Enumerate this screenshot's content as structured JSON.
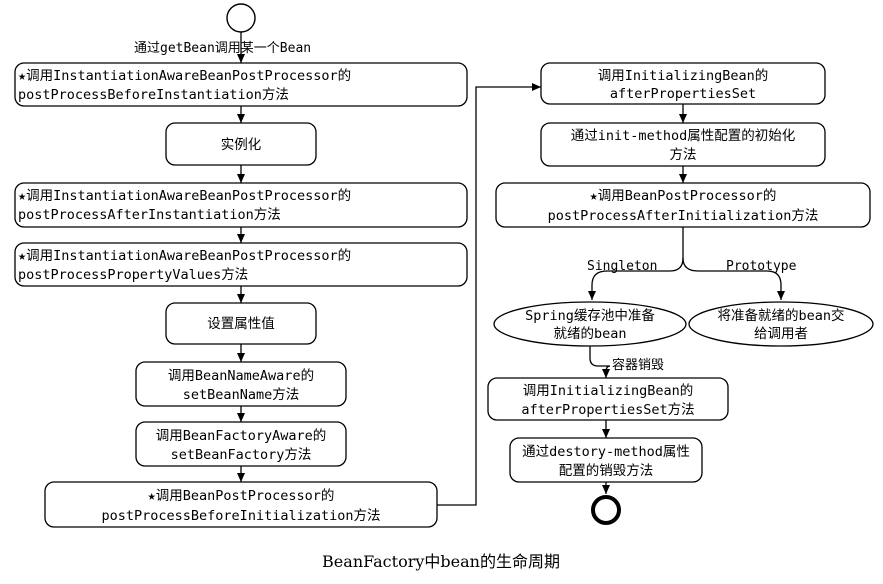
{
  "caption": "BeanFactory中bean的生命周期",
  "edge_labels": {
    "get_bean": "通过getBean调用某一个Bean",
    "singleton": "Singleton",
    "prototype": "Prototype",
    "destroy": "容器销毁"
  },
  "nodes": {
    "inst_aware_before": [
      "★调用InstantiationAwareBeanPostProcessor的",
      "postProcessBeforeInstantiation方法"
    ],
    "instantiate": [
      "实例化"
    ],
    "inst_aware_after": [
      "★调用InstantiationAwareBeanPostProcessor的",
      "postProcessAfterInstantiation方法"
    ],
    "inst_aware_props": [
      "★调用InstantiationAwareBeanPostProcessor的",
      "postProcessPropertyValues方法"
    ],
    "set_props": [
      "设置属性值"
    ],
    "bean_name_aware": [
      "调用BeanNameAware的",
      "setBeanName方法"
    ],
    "bean_factory_aware": [
      "调用BeanFactoryAware的",
      "setBeanFactory方法"
    ],
    "bpp_before": [
      "★调用BeanPostProcessor的",
      "postProcessBeforeInitialization方法"
    ],
    "initializing_bean": [
      "调用InitializingBean的",
      "afterPropertiesSet"
    ],
    "init_method": [
      "通过init-method属性配置的初始化",
      "方法"
    ],
    "bpp_after": [
      "★调用BeanPostProcessor的",
      "postProcessAfterInitialization方法"
    ],
    "spring_cache": [
      "Spring缓存池中准备",
      "就绪的bean"
    ],
    "give_caller": [
      "将准备就绪的bean交",
      "给调用者"
    ],
    "disposable_bean": [
      "调用InitializingBean的",
      "afterPropertiesSet方法"
    ],
    "destroy_method": [
      "通过destory-method属性",
      "配置的销毁方法"
    ]
  }
}
